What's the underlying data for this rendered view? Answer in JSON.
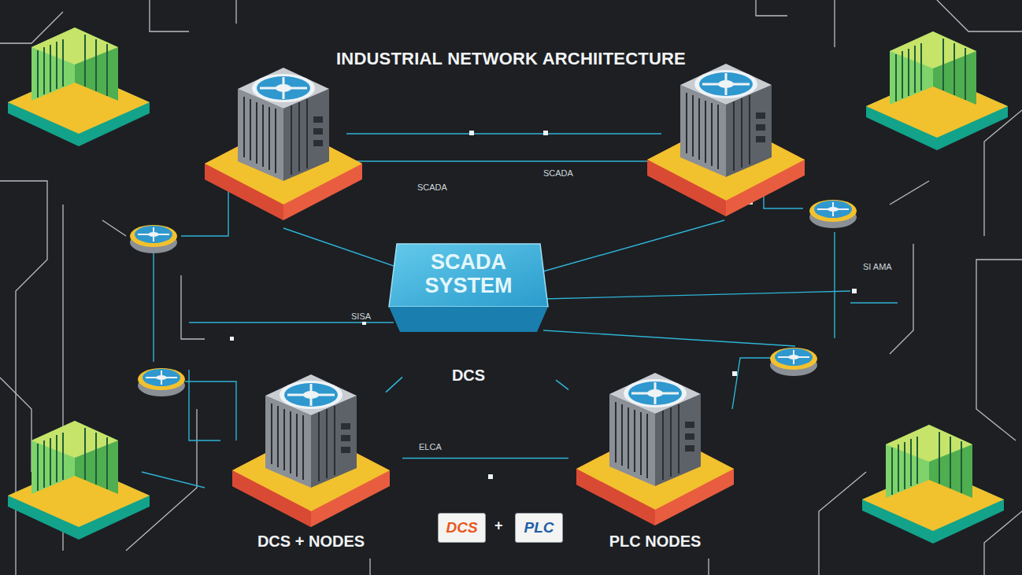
{
  "diagram": {
    "title": "INDUSTRIAL NETWORK ARCHIITECTURE",
    "nodes": [
      {
        "text": [
          "SCADA SYSTEM",
          "DCS"
        ]
      },
      {
        "text": [
          "DCS + NODES"
        ]
      },
      {
        "text": [
          "PLC NODES"
        ]
      },
      {
        "text": [
          "DCS"
        ]
      },
      {
        "text": [
          "PLC"
        ]
      }
    ],
    "edges": [
      {
        "from": 0,
        "to": 1,
        "arrow": "none"
      },
      {
        "from": 0,
        "to": 2,
        "arrow": "none"
      },
      {
        "from": 1,
        "to": 2,
        "arrow": "none"
      }
    ],
    "labels": [
      "+",
      "SCADA",
      "SCADA",
      "SISA",
      "ELCA",
      "SI AMA"
    ]
  }
}
